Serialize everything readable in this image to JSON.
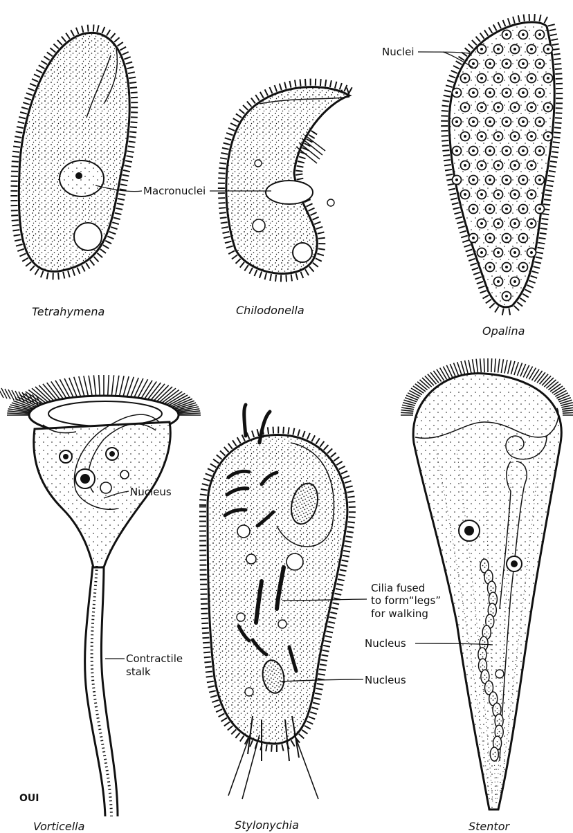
{
  "organisms": {
    "tetrahymena": {
      "caption": "Tetrahymena"
    },
    "chilodonella": {
      "caption": "Chilodonella"
    },
    "opalina": {
      "caption": "Opalina"
    },
    "vorticella": {
      "caption": "Vorticella"
    },
    "stylonychia": {
      "caption": "Stylonychia"
    },
    "stentor": {
      "caption": "Stentor"
    }
  },
  "labels": {
    "macronuclei": "Macronuclei",
    "nuclei": "Nuclei",
    "vorticella_nucleus": "Nucleus",
    "contractile_stalk_1": "Contractile",
    "contractile_stalk_2": "stalk",
    "cilia_legs_1": "Cilia fused",
    "cilia_legs_2": "to form“legs”",
    "cilia_legs_3": "for walking",
    "stentor_nucleus": "Nucleus",
    "stylonychia_nucleus": "Nucleus"
  },
  "signature": "OUI",
  "colors": {
    "ink": "#111111",
    "paper": "#ffffff"
  }
}
